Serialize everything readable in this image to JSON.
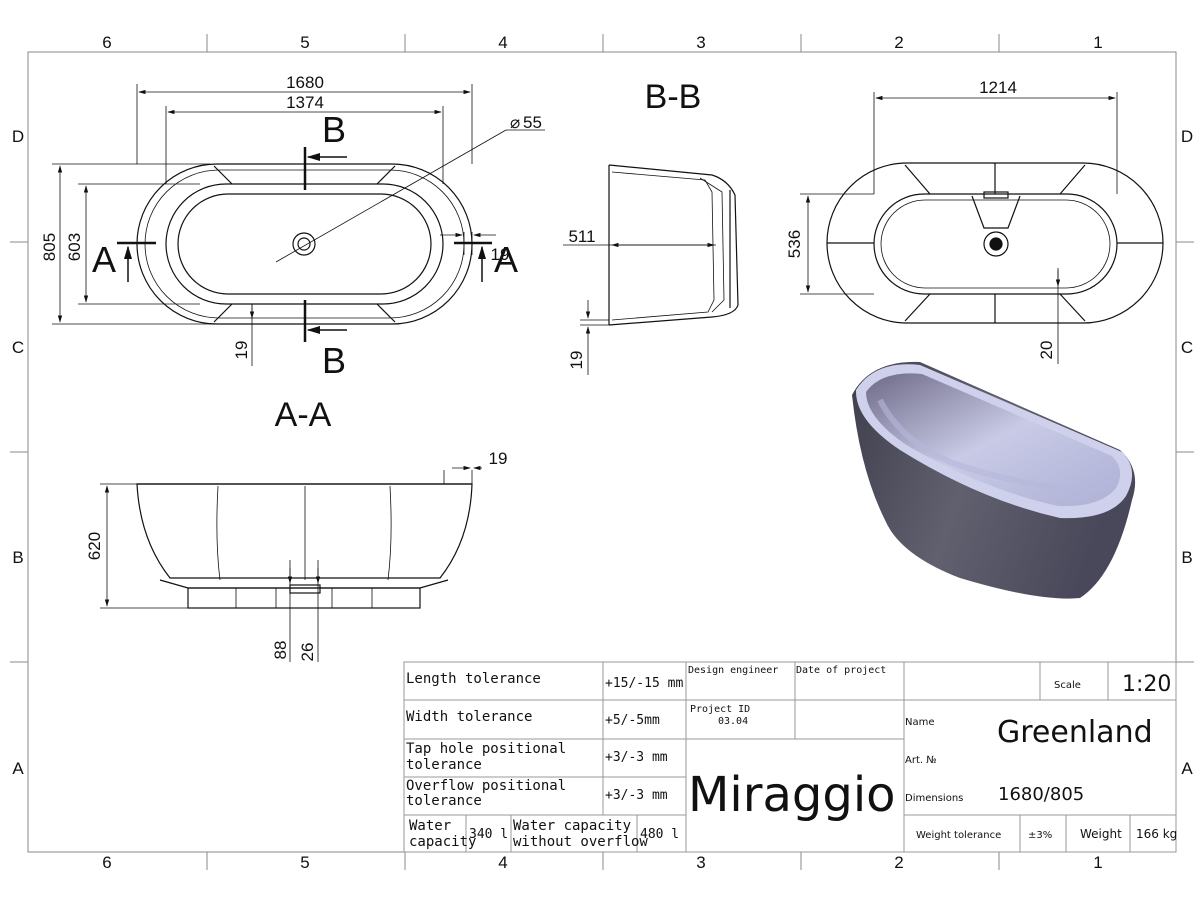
{
  "frame": {
    "col_labels": [
      "6",
      "5",
      "4",
      "3",
      "2",
      "1"
    ],
    "row_labels": [
      "D",
      "C",
      "B",
      "A"
    ]
  },
  "top_view": {
    "dim_length": "1680",
    "dim_inner_length": "1374",
    "dim_drain": "55",
    "dim_width": "805",
    "dim_inner_width": "603",
    "dim_rim": "19",
    "dim_rim_bottom": "19",
    "section_a": "A",
    "section_b": "B"
  },
  "section_bb": {
    "title": "B-B",
    "dim_depth": "511",
    "dim_bottom": "19"
  },
  "side_view": {
    "dim_length": "1214",
    "dim_width": "536",
    "dim_offset": "20"
  },
  "section_aa": {
    "title": "A-A",
    "dim_rim": "19",
    "dim_height": "620",
    "dim_base": "88",
    "dim_drain": "26"
  },
  "title_block": {
    "length_tol_label": "Length tolerance",
    "length_tol_value": "+15/-15 mm",
    "width_tol_label": "Width tolerance",
    "width_tol_value": "+5/-5mm",
    "tap_tol_label_1": "Tap hole positional",
    "tap_tol_label_2": "tolerance",
    "tap_tol_value": "+3/-3 mm",
    "overflow_tol_label_1": "Overflow positional",
    "overflow_tol_label_2": "tolerance",
    "overflow_tol_value": "+3/-3 mm",
    "water_cap_label_1": "Water",
    "water_cap_label_2": "capacity",
    "water_cap_value": "340 l",
    "water_cap_no_overflow_label_1": "Water capacity",
    "water_cap_no_overflow_label_2": "without overflow",
    "water_cap_no_overflow_value": "480 l",
    "design_engineer_label": "Design engineer",
    "date_label": "Date of project",
    "project_id_label": "Project ID",
    "project_id_value": "03.04",
    "brand": "Miraggio",
    "scale_label": "Scale",
    "scale_value": "1:20",
    "name_label": "Name",
    "name_value": "Greenland",
    "art_label": "Art. №",
    "dimensions_label": "Dimensions",
    "dimensions_value": "1680/805",
    "weight_tol_label": "Weight tolerance",
    "weight_tol_value": "±3%",
    "weight_label": "Weight",
    "weight_value": "166 kg"
  },
  "colors": {
    "line": "#111111",
    "thin": "#444444",
    "tub_dark": "#56566a",
    "tub_light": "#c9cbe8"
  }
}
